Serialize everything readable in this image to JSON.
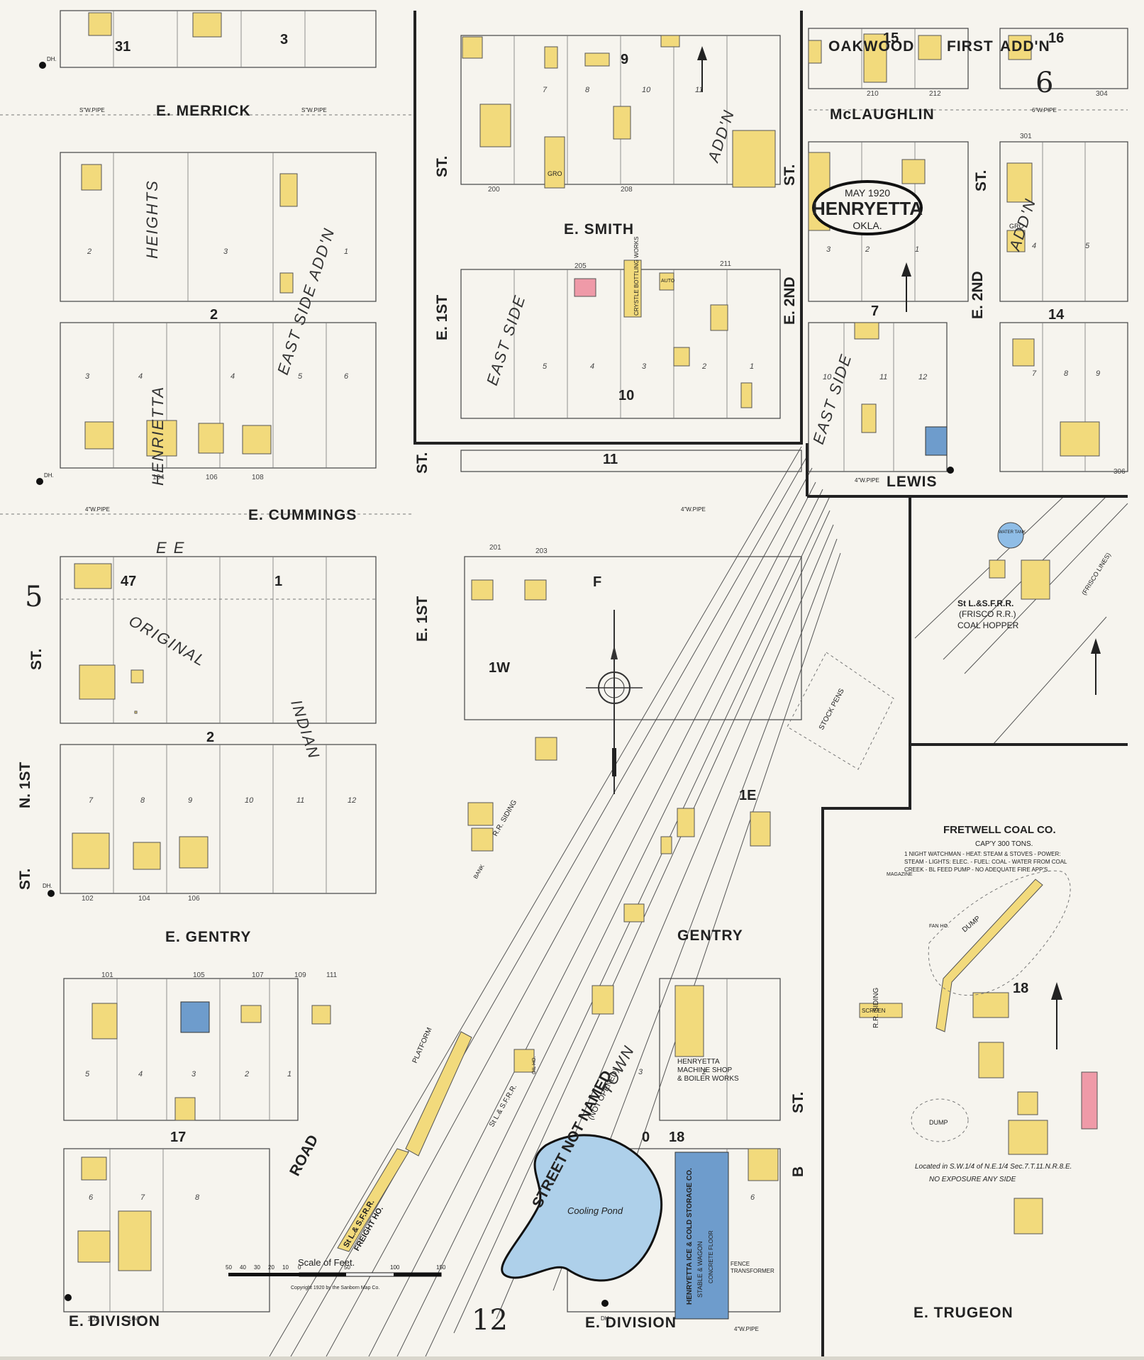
{
  "sheet": {
    "page_number": "6",
    "date": "MAY 1920",
    "city": "HENRYETTA",
    "state": "OKLA.",
    "adjoining_left": "5",
    "adjoining_bottom": "12",
    "copyright": "Copyright 1920 by the Sanborn Map Co."
  },
  "scale": {
    "label": "Scale of Feet.",
    "ticks": [
      "50",
      "40",
      "30",
      "20",
      "10",
      "0",
      "50",
      "100",
      "150"
    ]
  },
  "streets": {
    "merrick": "E. MERRICK",
    "smith": "E. SMITH",
    "mclaughlin": "McLAUGHLIN",
    "lewis": "LEWIS",
    "cummings": "E. CUMMINGS",
    "gentry_w": "E. GENTRY",
    "gentry_e": "GENTRY",
    "division_w": "E. DIVISION",
    "division_c": "E. DIVISION",
    "trugeon": "E. TRUGEON",
    "st_left": "ST.",
    "st_mid": "ST.",
    "st_upper": "ST.",
    "first_n": "N. 1ST",
    "first_e_upper": "E. 1ST",
    "first_e_lower": "E. 1ST",
    "second_e_upper": "E. 2ND",
    "second_e_right": "E. 2ND",
    "st_right": "ST.",
    "b_st": "B",
    "st_b": "ST.",
    "street_not_named": "STREET NOT NAMED",
    "not_opened": "(NOT OPENED)",
    "road": "ROAD",
    "oakwood": "OAKWOOD",
    "first": "FIRST",
    "addn_top": "ADD'N"
  },
  "blocks": [
    "31",
    "3",
    "9",
    "15",
    "16",
    "2",
    "7",
    "14",
    "10",
    "11",
    "47",
    "1",
    "2",
    "F",
    "1W",
    "1E",
    "17",
    "18",
    "18",
    "0"
  ],
  "additions": {
    "heights": "HEIGHTS",
    "east_side": "EAST SIDE",
    "addn": "ADD'N",
    "henrietta": "HENRIETTA",
    "east_side_addn": "EAST SIDE ADD'N",
    "original": "ORIGINAL",
    "indian": "INDIAN",
    "town": "TOWN",
    "ee": "E E"
  },
  "labels": {
    "frisco_title": "St L.&S.F.R.R.",
    "frisco_sub": "(FRISCO R.R.)",
    "coal_hopper": "COAL HOPPER",
    "water_tank": "WATER TANK",
    "frisco_lines": "(FRISCO LINES)",
    "stock_pens": "STOCK PENS",
    "rr_siding": "R.R. SIDING",
    "rr_siding2": "R.R. SIDING",
    "bank": "BANK",
    "platform": "PLATFORM",
    "freight_ho_1": "St L.& S.F.R.R.",
    "freight_ho_2": "FREIGHT HO.",
    "stlsf": "St L.& S.F.R.R.",
    "cooling_pond": "Cooling Pond",
    "ice_co_1": "HENRYETTA ICE & COLD STORAGE CO.",
    "ice_co_2": "STABLE & WAGON",
    "ice_co_3": "CONCRETE FLOOR",
    "machine_shop_1": "HENRYETTA",
    "machine_shop_2": "MACHINE SHOP",
    "machine_shop_3": "& BOILER WORKS",
    "bottling": "CRYSTLE BOTTLING WORKS",
    "gro": "GRO",
    "gro2": "GRO",
    "auto": "AUTO",
    "dump": "DUMP",
    "dump2": "DUMP",
    "oil_ho": "OIL HO.",
    "transformer": "TRANSFORMER",
    "fence": "FENCE",
    "screen": "SCREEN"
  },
  "fretwell": {
    "title": "FRETWELL COAL CO.",
    "capacity": "CAP'Y 300 TONS.",
    "line1": "1 NIGHT WATCHMAN - HEAT: STEAM & STOVES - POWER:",
    "line2": "STEAM - LIGHTS: ELEC. - FUEL: COAL - WATER FROM COAL",
    "line3": "CREEK - BL FEED PUMP - NO ADEQUATE FIRE APP'S.",
    "located": "Located in S.W.1/4 of N.E.1/4 Sec.7.T.11.N.R.8.E.",
    "exposure": "NO EXPOSURE ANY SIDE",
    "magazine": "MAGAZINE",
    "fan_ho": "FAN HO."
  },
  "utilities": {
    "pipe_6": "6\"W.PIPE",
    "pipe_4": "4\"W.PIPE",
    "sw_pipe": "S\"W.PIPE",
    "dh": "DH."
  },
  "lot_numbers": [
    "1",
    "2",
    "3",
    "4",
    "5",
    "6",
    "7",
    "8",
    "9",
    "10",
    "11",
    "12"
  ],
  "addresses": [
    "104",
    "106",
    "108",
    "102",
    "105",
    "107",
    "109",
    "111",
    "101",
    "200",
    "208",
    "210",
    "212",
    "201",
    "203",
    "205",
    "211",
    "301",
    "304",
    "306"
  ]
}
